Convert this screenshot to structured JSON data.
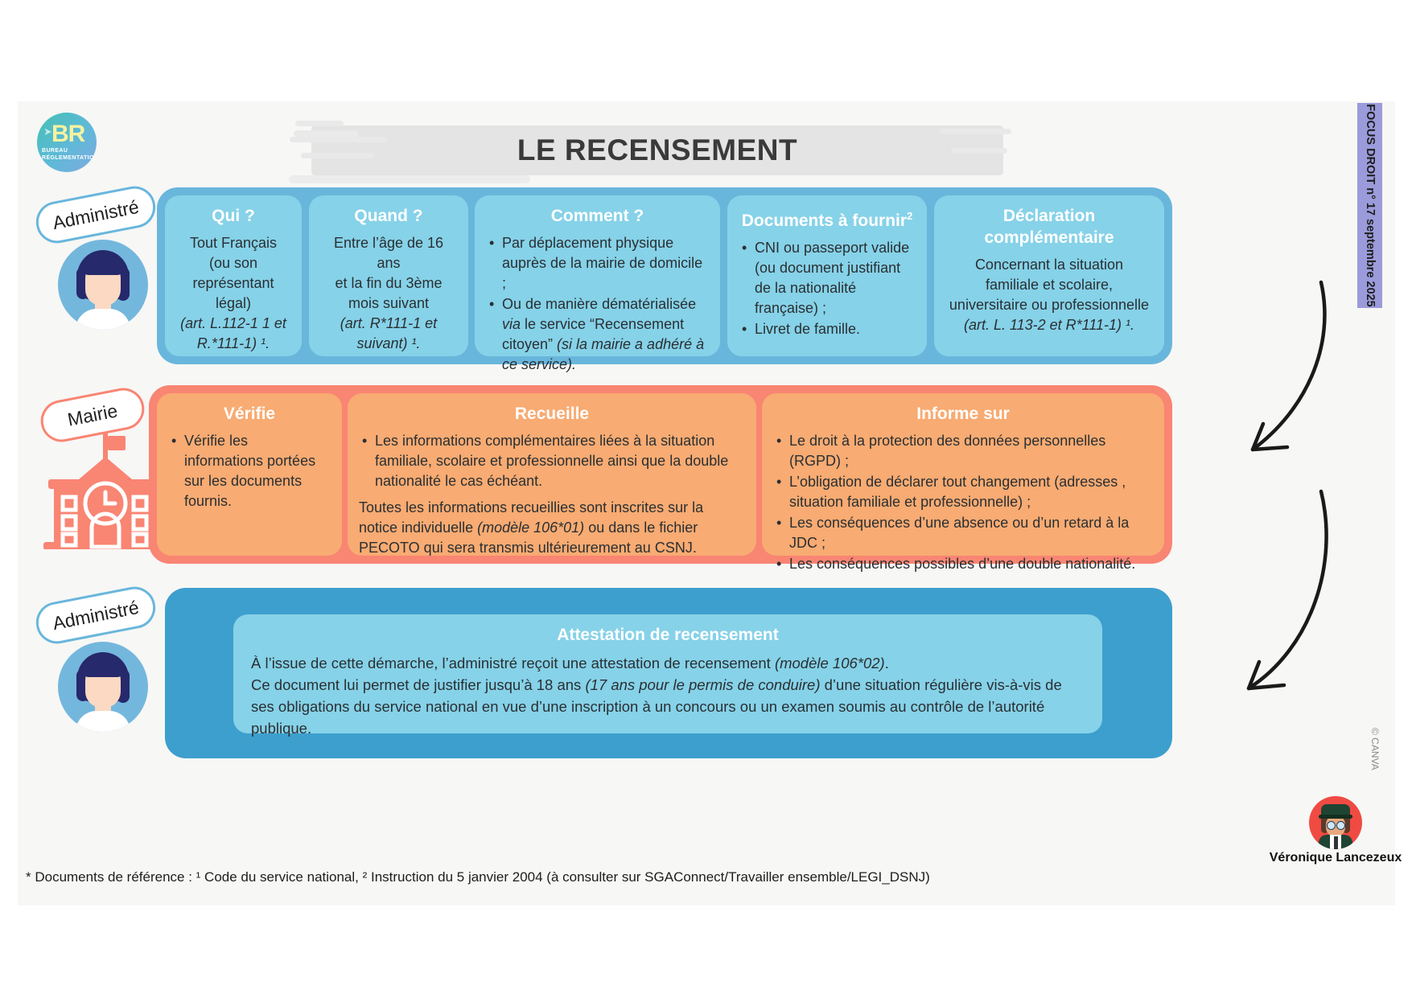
{
  "header": {
    "title": "LE RECENSEMENT",
    "logo": {
      "initials": "BR",
      "subtitle": "BUREAU RÉGLEMENTATION"
    },
    "side_label": "FOCUS DROIT n° 17 septembre 2025",
    "canva_credit": "© CANVA"
  },
  "rows": [
    {
      "actor_label": "Administré",
      "actor_icon": "person-avatar-icon",
      "cards": [
        {
          "title": "Qui ?",
          "lines": [
            {
              "text": "Tout Français",
              "italic": false
            },
            {
              "text": "(ou son",
              "italic": false
            },
            {
              "text": "représentant légal)",
              "italic": false
            },
            {
              "text": "(art. L.112-1 1 et",
              "italic": true
            },
            {
              "text": "R.*111-1) ¹.",
              "italic": true
            }
          ]
        },
        {
          "title": "Quand ?",
          "lines": [
            {
              "text": "Entre l’âge de 16 ans",
              "italic": false
            },
            {
              "text": "et  la fin du 3ème",
              "italic": false
            },
            {
              "text": "mois suivant",
              "italic": false
            },
            {
              "text": "(art. R*111-1 et",
              "italic": true
            },
            {
              "text": "suivant) ¹.",
              "italic": true
            }
          ]
        },
        {
          "title": "Comment ?",
          "bullets": [
            "Par déplacement physique auprès de la mairie de domicile ;",
            "Ou de manière dématérialisée <i>via</i> le service “Recensement citoyen” <i>(si la mairie a adhéré à ce service).</i>"
          ]
        },
        {
          "title": "Documents à fournir",
          "title_sup": "2",
          "bullets": [
            "CNI ou passeport valide (ou document justifiant de la nationalité française) ;",
            "Livret de famille."
          ]
        },
        {
          "title": "Déclaration complémentaire",
          "lines": [
            {
              "text": "Concernant la situation",
              "italic": false
            },
            {
              "text": "familiale et scolaire,",
              "italic": false
            },
            {
              "text": "universitaire ou professionnelle",
              "italic": false
            },
            {
              "text": "(art. L. 113-2 et R*111-1) ¹.",
              "italic": true
            }
          ]
        }
      ]
    },
    {
      "actor_label": "Mairie",
      "actor_icon": "town-hall-icon",
      "cards": [
        {
          "title": "Vérifie",
          "bullets": [
            "Vérifie les informations portées sur les documents fournis."
          ]
        },
        {
          "title": "Recueille",
          "bullets": [
            "Les informations complémentaires liées à la situation familiale, scolaire et professionnelle ainsi que la double nationalité le cas échéant."
          ],
          "paragraph": "Toutes les informations recueillies sont inscrites sur la notice individuelle <i>(modèle 106*01)</i> ou dans le fichier PECOTO qui sera transmis ultérieurement au CSNJ."
        },
        {
          "title": "Informe sur",
          "bullets": [
            "Le droit à la protection des données personnelles (RGPD) ;",
            "L’obligation de déclarer tout changement (adresses , situation familiale et professionnelle) ;",
            "Les conséquences d’une absence ou d’un retard à la JDC ;",
            "Les conséquences possibles d’une double nationalité."
          ]
        }
      ]
    },
    {
      "actor_label": "Administré",
      "actor_icon": "person-avatar-icon",
      "cards": [
        {
          "title": "Attestation de recensement",
          "paragraphs": [
            "À l’issue de cette démarche, l’administré reçoit une attestation de recensement <i>(modèle 106*02)</i>.",
            "Ce document lui permet de justifier jusqu’à 18 ans <i>(17 ans pour le permis de conduire)</i> d’une situation régulière vis-à-vis de ses obligations du service national en vue d’une inscription à un concours ou un examen soumis au contrôle de l’autorité publique."
          ]
        }
      ]
    }
  ],
  "footnote": "* Documents de référence : ¹ Code du service national, ² Instruction du 5 janvier 2004 (à consulter sur SGAConnect/Travailler ensemble/LEGI_DSNJ)",
  "author": {
    "name": "Véronique Lancezeux",
    "avatar_icon": "gendarme-avatar-icon"
  },
  "colors": {
    "band_blue": "#69b6dc",
    "band_orange": "#f98573",
    "band_blue_dark": "#3d9fce",
    "card_blue": "#86d2e8",
    "card_orange": "#f8ab72",
    "side_band_purple": "#9b9bdb",
    "canvas": "#f7f7f5",
    "title_text": "#3a3a3a"
  }
}
